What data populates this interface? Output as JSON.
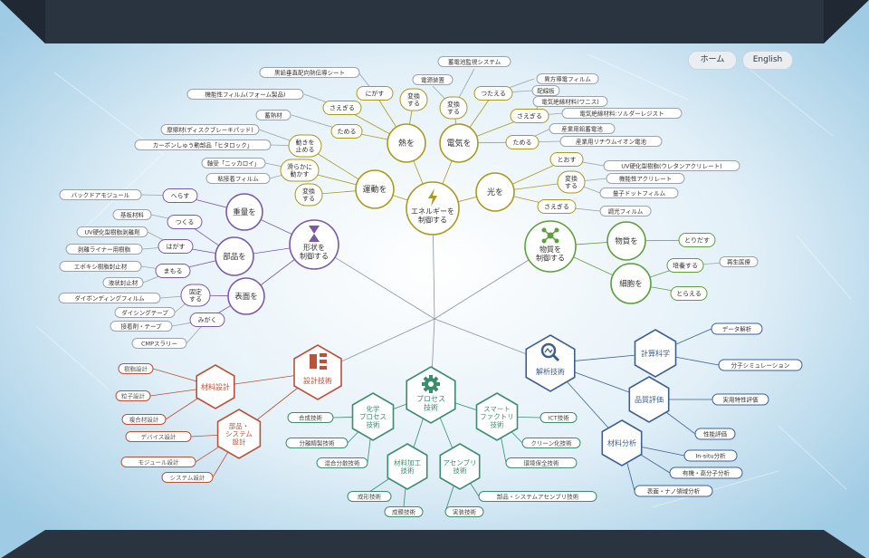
{
  "header": {
    "title": "Technology Platform"
  },
  "nav": {
    "home": "ホーム",
    "english": "English"
  },
  "hubs": {
    "energy": "エネルギーを\n制御する",
    "shape": "形状を\n制御する",
    "matter": "物質を\n制御する",
    "design": "設計技術",
    "process": "プロセス\n技術",
    "analysis": "解析技術"
  },
  "energy": {
    "heat": "熱を",
    "electricity": "電気を",
    "motion": "運動を",
    "light": "光を",
    "heat_verbs": [
      "にがす",
      "さえぎる",
      "ためる",
      "変換\nする"
    ],
    "heat_items": [
      "黒鉛垂直配向熱伝導シート",
      "機能性フィルム(フォーム製品)",
      "蓄熱材"
    ],
    "elec_verbs": [
      "変換\nする",
      "つたえる",
      "さえぎる",
      "ためる"
    ],
    "elec_items": [
      "蓄電池監視システム",
      "電源装置",
      "異方導電フィルム",
      "配線板",
      "電気絶縁材料(ワニス)",
      "電気絶縁材料:ソルダーレジスト",
      "産業用鉛蓄電池",
      "産業用リチウムイオン電池"
    ],
    "motion_verbs": [
      "動きを\n止める",
      "滑らかに\n動かす",
      "変換\nする"
    ],
    "motion_items": [
      "摩擦材(ディスクブレーキパッド)",
      "カーボンしゅう動部品「ヒタロック」",
      "軸受「ニッカロイ」",
      "粘接着フィルム"
    ],
    "light_verbs": [
      "とおす",
      "変換\nする",
      "さえぎる"
    ],
    "light_items": [
      "UV硬化型樹脂(ウレタンアクリレート)",
      "機能性アクリレート",
      "量子ドットフィルム",
      "調光フィルム"
    ]
  },
  "shape": {
    "weight": "重量を",
    "part": "部品を",
    "surface": "表面を",
    "verbs": [
      "へらす",
      "つくる",
      "はがす",
      "まもる",
      "固定\nする",
      "みがく"
    ],
    "items": [
      "バックドアモジュール",
      "基板材料",
      "UV硬化型樹脂剥離剤",
      "剥離ライナー用樹脂",
      "エポキシ樹脂封止材",
      "液状封止材",
      "ダイボンディングフィルム",
      "ダイシングテープ",
      "接着剤・テープ",
      "CMPスラリー"
    ]
  },
  "matter": {
    "substance": "物質を",
    "cell": "細胞を",
    "verbs": [
      "とりだす",
      "培養する",
      "とらえる"
    ],
    "regen": "再生医療"
  },
  "design": {
    "material": "材料設計",
    "system": "部品・\nシステム\n設計",
    "material_items": [
      "樹脂設計",
      "粒子設計",
      "複合材設計"
    ],
    "system_items": [
      "デバイス設計",
      "モジュール設計",
      "システム設計"
    ]
  },
  "process": {
    "chem": "化学\nプロセス\n技術",
    "smart": "スマート\nファクトリ\n技術",
    "matproc": "材料加工\n技術",
    "assembly": "アセンブリ\n技術",
    "chem_items": [
      "合成技術",
      "分離精製技術",
      "混合分散技術"
    ],
    "smart_items": [
      "ICT技術",
      "クリーン化技術",
      "環境保全技術"
    ],
    "matproc_items": [
      "成形技術",
      "成膜技術"
    ],
    "assembly_items": [
      "部品・システムアセンブリ技術",
      "実装技術"
    ]
  },
  "analysis": {
    "comp": "計算科学",
    "quality": "品質評価",
    "material": "材料分析",
    "comp_items": [
      "データ解析",
      "分子シミュレーション"
    ],
    "quality_items": [
      "実用特性評価",
      "性能評価"
    ],
    "material_items": [
      "In-situ分析",
      "有機・高分子分析",
      "表面・ナノ領域分析"
    ]
  },
  "colors": {
    "energy": "#a89a1e",
    "shape": "#7a5aa6",
    "matter": "#5f9e3f",
    "design": "#b8523a",
    "process": "#3c8c6e",
    "analysis": "#3f5f8f"
  }
}
